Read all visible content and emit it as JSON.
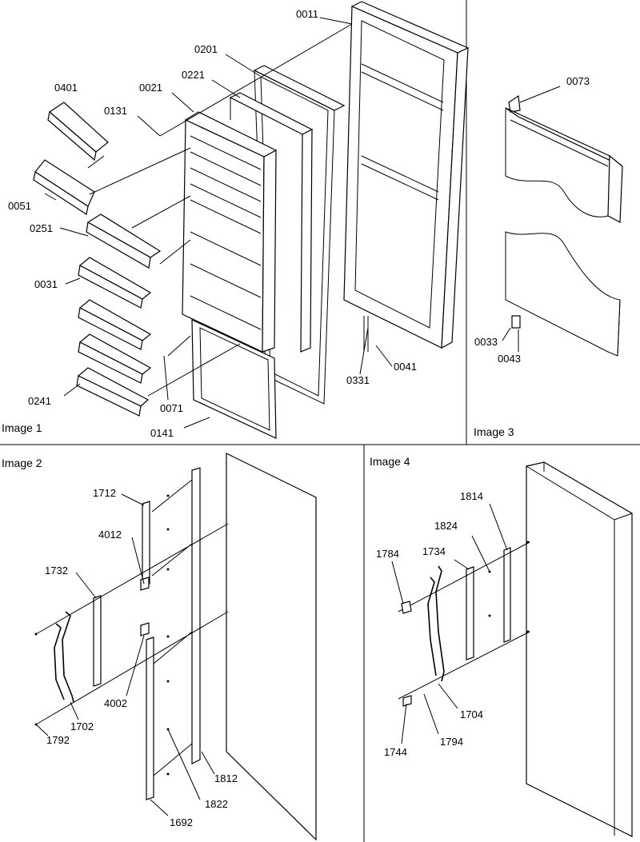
{
  "panels": {
    "p1": {
      "title": "Image 1"
    },
    "p2": {
      "title": "Image 2"
    },
    "p3": {
      "title": "Image 3"
    },
    "p4": {
      "title": "Image 4"
    }
  },
  "labels": {
    "l0011": "0011",
    "l0201": "0201",
    "l0221": "0221",
    "l0021": "0021",
    "l0131": "0131",
    "l0401": "0401",
    "l0051": "0051",
    "l0251": "0251",
    "l0031": "0031",
    "l0241": "0241",
    "l0071": "0071",
    "l0141": "0141",
    "l0331": "0331",
    "l0041": "0041",
    "l0073": "0073",
    "l0033": "0033",
    "l0043": "0043",
    "l1712": "1712",
    "l4012": "4012",
    "l1732": "1732",
    "l4002": "4002",
    "l1702": "1702",
    "l1792": "1792",
    "l1812": "1812",
    "l1822": "1822",
    "l1692": "1692",
    "l1814": "1814",
    "l1824": "1824",
    "l1784": "1784",
    "l1734": "1734",
    "l1704": "1704",
    "l1744": "1744",
    "l1794": "1794"
  }
}
